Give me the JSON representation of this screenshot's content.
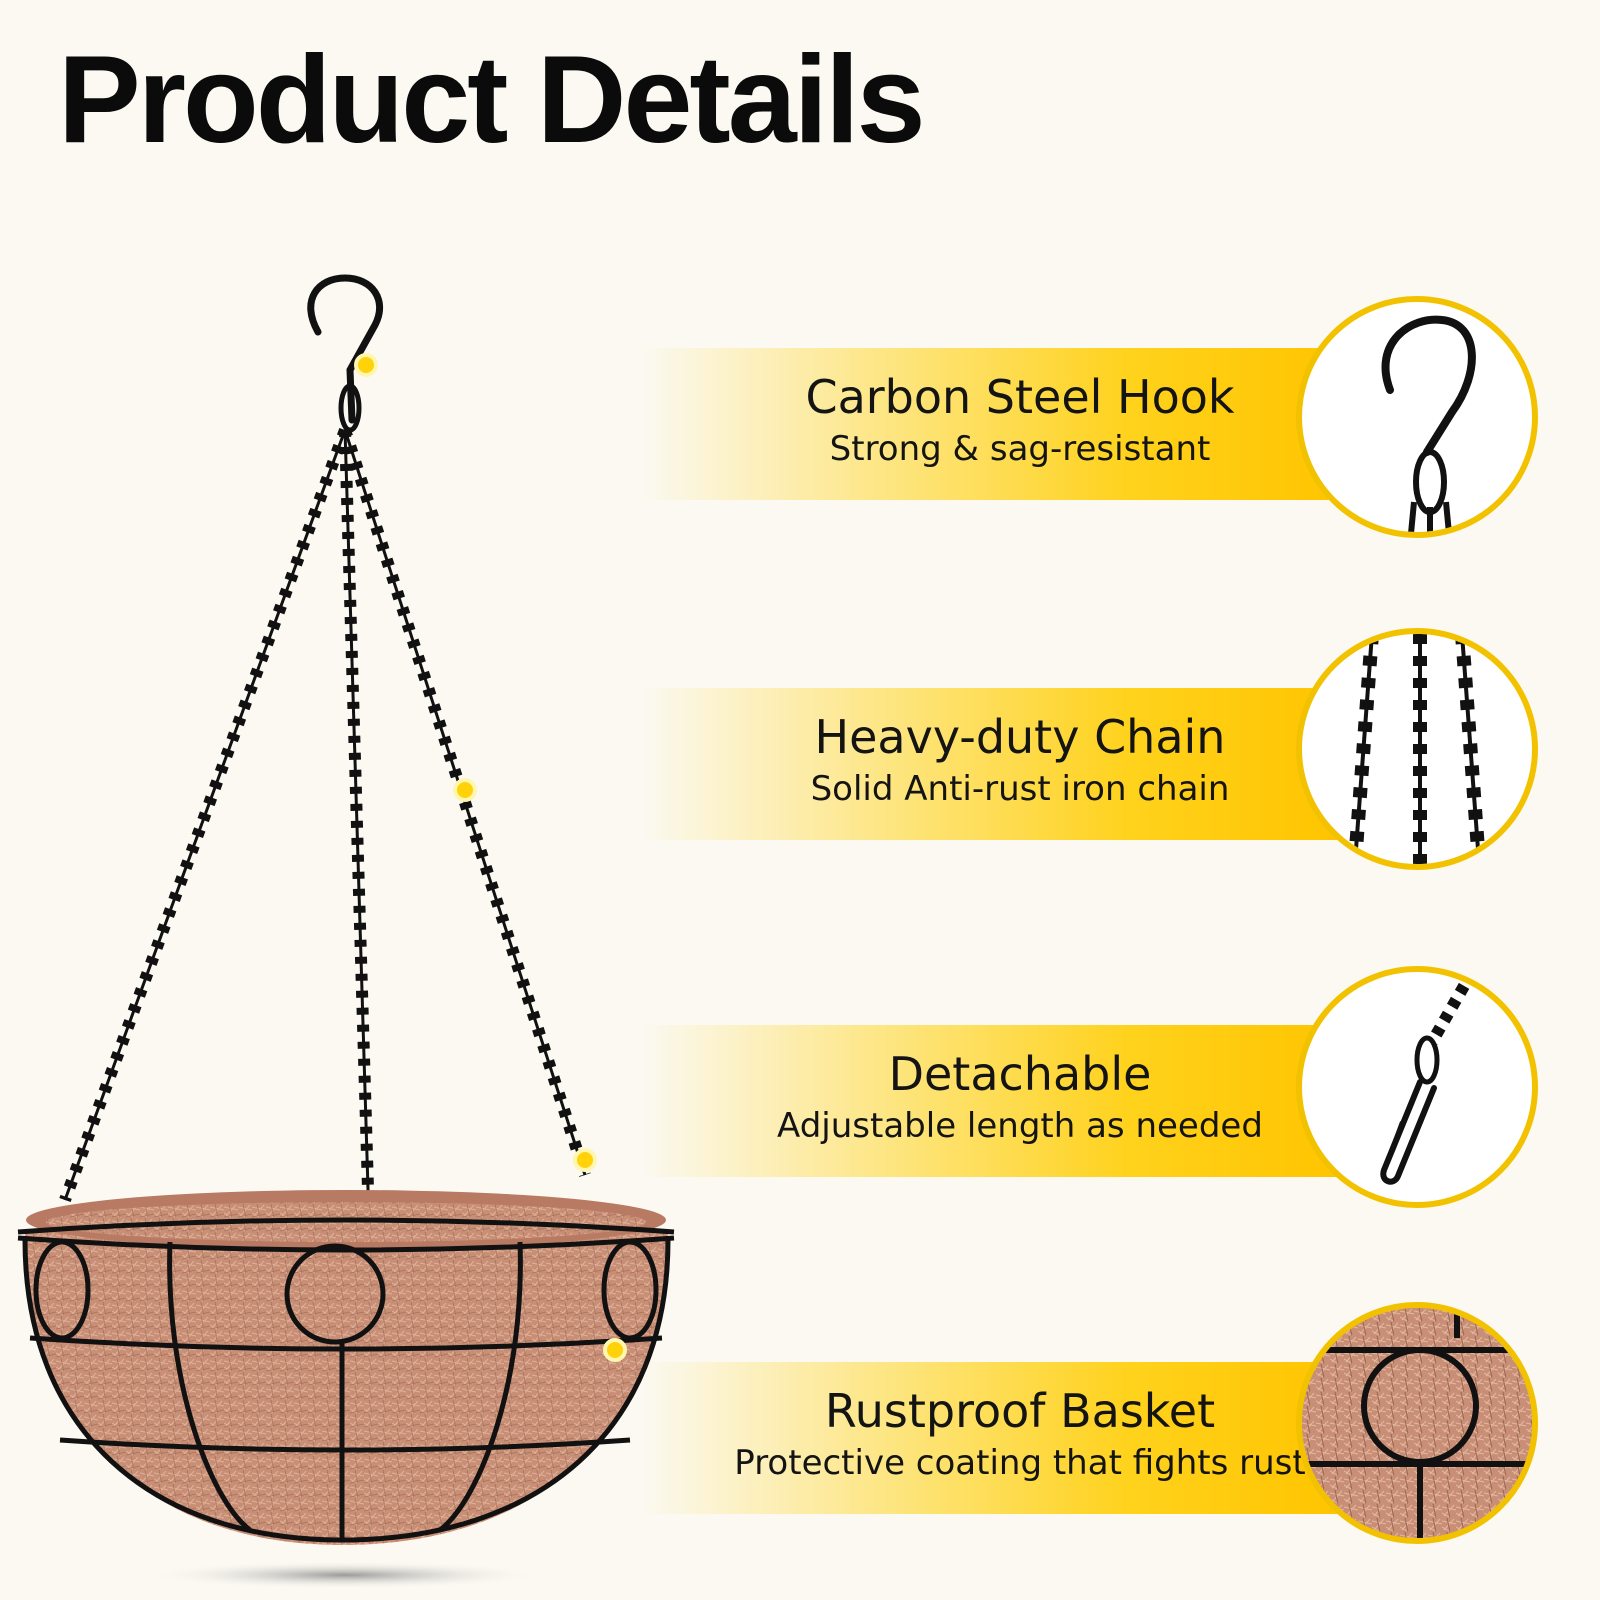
{
  "title": "Product Details",
  "features": [
    {
      "title": "Carbon Steel Hook",
      "subtitle": "Strong & sag-resistant",
      "icon": "hook-icon"
    },
    {
      "title": "Heavy-duty Chain",
      "subtitle": "Solid Anti-rust iron chain",
      "icon": "chain-icon"
    },
    {
      "title": "Detachable",
      "subtitle": "Adjustable length as needed",
      "icon": "clip-hook-icon"
    },
    {
      "title": "Rustproof Basket",
      "subtitle": "Protective coating that fights rust",
      "icon": "basket-detail-icon"
    }
  ],
  "colors": {
    "accent": "#ffcc00",
    "background": "#fbf9f2",
    "coir": "#c98f76",
    "metal": "#111111"
  }
}
